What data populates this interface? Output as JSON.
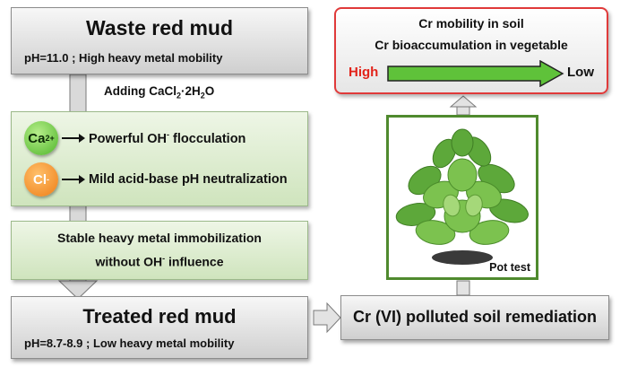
{
  "waste": {
    "title": "Waste red mud",
    "subtitle": "pH=11.0 ; High heavy metal mobility"
  },
  "additive": {
    "prefix": "Adding CaCl",
    "sub1": "2",
    "middle": "·2H",
    "sub2": "2",
    "suffix": "O"
  },
  "ions": [
    {
      "base": "Ca",
      "charge": "2+",
      "effect": "Powerful OH",
      "effect_sup": "-",
      "effect_tail": " flocculation"
    },
    {
      "base": "Cl",
      "charge": "-",
      "effect": "Mild acid-base pH neutralization",
      "effect_sup": "",
      "effect_tail": ""
    }
  ],
  "immobilization": {
    "line1": "Stable heavy metal immobilization",
    "line2_pre": "without OH",
    "line2_sup": "-",
    "line2_post": " influence"
  },
  "treated": {
    "title": "Treated red mud",
    "subtitle": "pH=8.7-8.9 ; Low heavy metal mobility"
  },
  "remediation": {
    "label": "Cr (VI) polluted soil remediation"
  },
  "pot": {
    "label": "Pot test"
  },
  "result": {
    "line1": "Cr mobility in soil",
    "line2": "Cr bioaccumulation in vegetable",
    "high": "High",
    "low": "Low"
  },
  "colors": {
    "high_text": "#e2231a",
    "result_border": "#e03a3a",
    "green_arrow": "#5fc23a",
    "pot_frame": "#4f8a2e"
  }
}
